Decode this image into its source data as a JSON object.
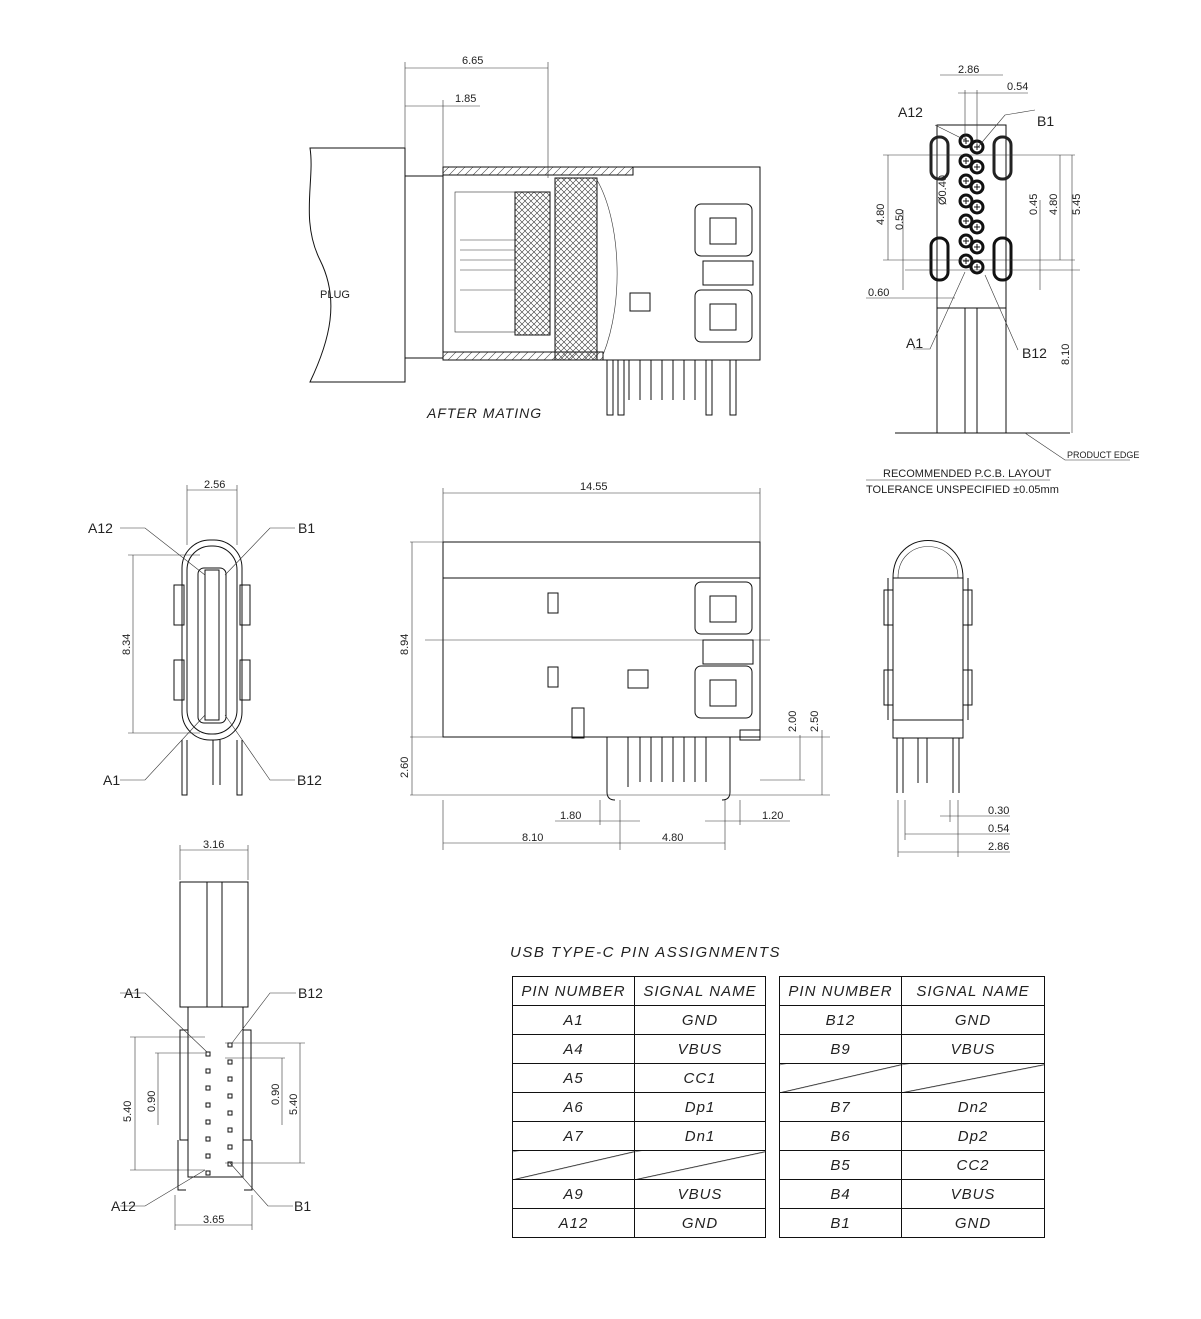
{
  "after_mating": {
    "dim_total": "6.65",
    "dim_inner": "1.85",
    "plug_label": "PLUG",
    "caption": "AFTER MATING"
  },
  "pcb_layout": {
    "dim_width": "2.86",
    "dim_pitch": "0.54",
    "label_a12": "A12",
    "label_b1": "B1",
    "label_a1": "A1",
    "label_b12": "B12",
    "dim_hole": "Ø0.40",
    "dim_left_480": "4.80",
    "dim_050": "0.50",
    "dim_045": "0.45",
    "dim_right_480": "4.80",
    "dim_545": "5.45",
    "dim_060": "0.60",
    "dim_810": "8.10",
    "product_edge": "PRODUCT EDGE",
    "title": "RECOMMENDED P.C.B. LAYOUT",
    "tolerance": "TOLERANCE UNSPECIFIED ±0.05mm"
  },
  "front_view": {
    "dim_width": "2.56",
    "dim_height": "8.34",
    "label_a12": "A12",
    "label_b1": "B1",
    "label_a1": "A1",
    "label_b12": "B12"
  },
  "side_view": {
    "dim_length": "14.55",
    "dim_height": "8.94",
    "dim_260": "2.60",
    "dim_200": "2.00",
    "dim_250": "2.50",
    "dim_180": "1.80",
    "dim_120": "1.20",
    "dim_810": "8.10",
    "dim_480": "4.80"
  },
  "end_view": {
    "dim_030": "0.30",
    "dim_054": "0.54",
    "dim_286": "2.86"
  },
  "bottom_view": {
    "dim_top": "3.16",
    "dim_bottom": "3.65",
    "dim_left_540": "5.40",
    "dim_left_090": "0.90",
    "dim_right_090": "0.90",
    "dim_right_540": "5.40",
    "label_a1": "A1",
    "label_b12": "B12",
    "label_a12": "A12",
    "label_b1": "B1"
  },
  "pin_table": {
    "title": "USB TYPE-C PIN ASSIGNMENTS",
    "headers": [
      "PIN NUMBER",
      "SIGNAL NAME"
    ],
    "left": [
      [
        "A1",
        "GND"
      ],
      [
        "A4",
        "VBUS"
      ],
      [
        "A5",
        "CC1"
      ],
      [
        "A6",
        "Dp1"
      ],
      [
        "A7",
        "Dn1"
      ],
      [
        "",
        ""
      ],
      [
        "A9",
        "VBUS"
      ],
      [
        "A12",
        "GND"
      ]
    ],
    "right": [
      [
        "B12",
        "GND"
      ],
      [
        "B9",
        "VBUS"
      ],
      [
        "",
        ""
      ],
      [
        "B7",
        "Dn2"
      ],
      [
        "B6",
        "Dp2"
      ],
      [
        "B5",
        "CC2"
      ],
      [
        "B4",
        "VBUS"
      ],
      [
        "B1",
        "GND"
      ]
    ]
  }
}
